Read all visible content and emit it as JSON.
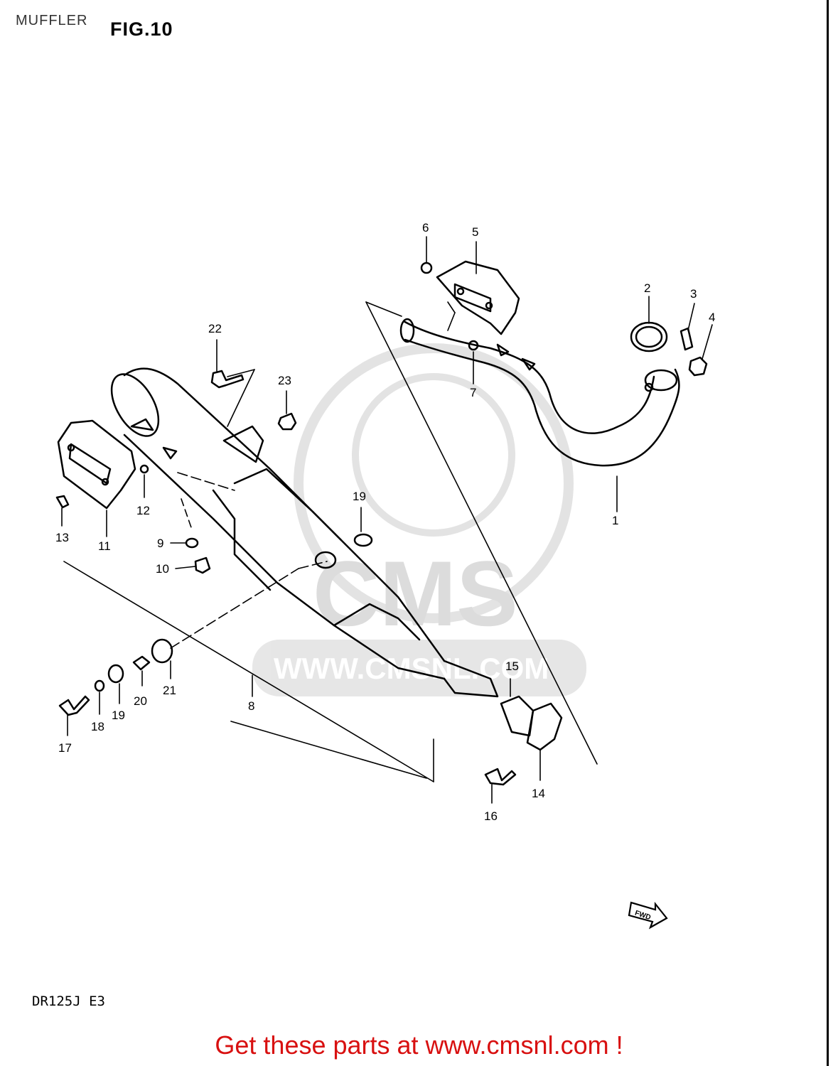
{
  "header": {
    "title": "MUFFLER",
    "figure": "FIG.10"
  },
  "watermark": {
    "brand": "CMS",
    "url": "WWW.CMSNL.COM"
  },
  "fwd_arrow": "FWD",
  "model": "DR125J  E3",
  "footer": {
    "link_text": "Get these parts at www.cmsnl.com !"
  },
  "parts": [
    "1",
    "2",
    "3",
    "4",
    "5",
    "6",
    "7",
    "8",
    "9",
    "10",
    "11",
    "12",
    "13",
    "14",
    "15",
    "16",
    "17",
    "18",
    "19",
    "19",
    "20",
    "21",
    "22",
    "23"
  ]
}
